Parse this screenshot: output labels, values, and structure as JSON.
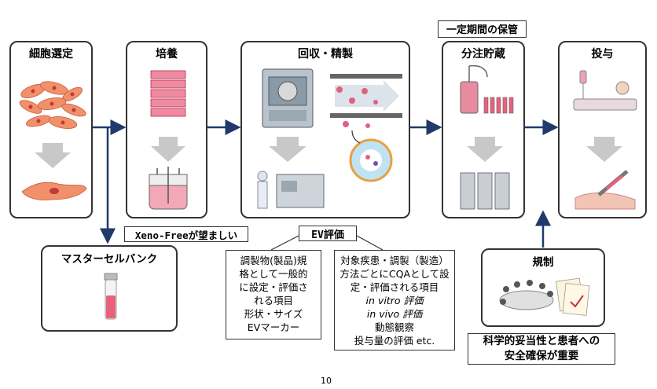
{
  "stages": [
    {
      "title": "細胞選定"
    },
    {
      "title": "培養"
    },
    {
      "title": "回収・精製"
    },
    {
      "title": "分注貯蔵"
    },
    {
      "title": "投与"
    }
  ],
  "storage_label": "一定期間の保管",
  "master_bank": {
    "title": "マスターセルバンク"
  },
  "xeno_label": "Xeno-Freeが望ましい",
  "ev_eval_label": "EV評価",
  "left_list": [
    "調製物(製品)規",
    "格として一般的",
    "に設定・評価さ",
    "れる項目",
    "形状・サイズ",
    "EVマーカー"
  ],
  "right_list": [
    {
      "text": "対象疾患・調製（製造）",
      "italic": false
    },
    {
      "text": "方法ごとにCQAとして設",
      "italic": false
    },
    {
      "text": "定・評価される項目",
      "italic": false
    },
    {
      "text": "in vitro 評価",
      "italic": true
    },
    {
      "text": "in vivo 評価",
      "italic": true
    },
    {
      "text": "動態観察",
      "italic": false
    },
    {
      "text": "投与量の評価 etc.",
      "italic": false
    }
  ],
  "regulation": {
    "title": "規制"
  },
  "regulation_note": [
    "科学的妥当性と患者への",
    "安全確保が重要"
  ],
  "page_number": "10",
  "colors": {
    "arrow": "#1f3a6b",
    "border": "#333333",
    "gray_arrow": "#c8c8c8",
    "cell": "#f0916b",
    "tube": "#e8607a"
  }
}
